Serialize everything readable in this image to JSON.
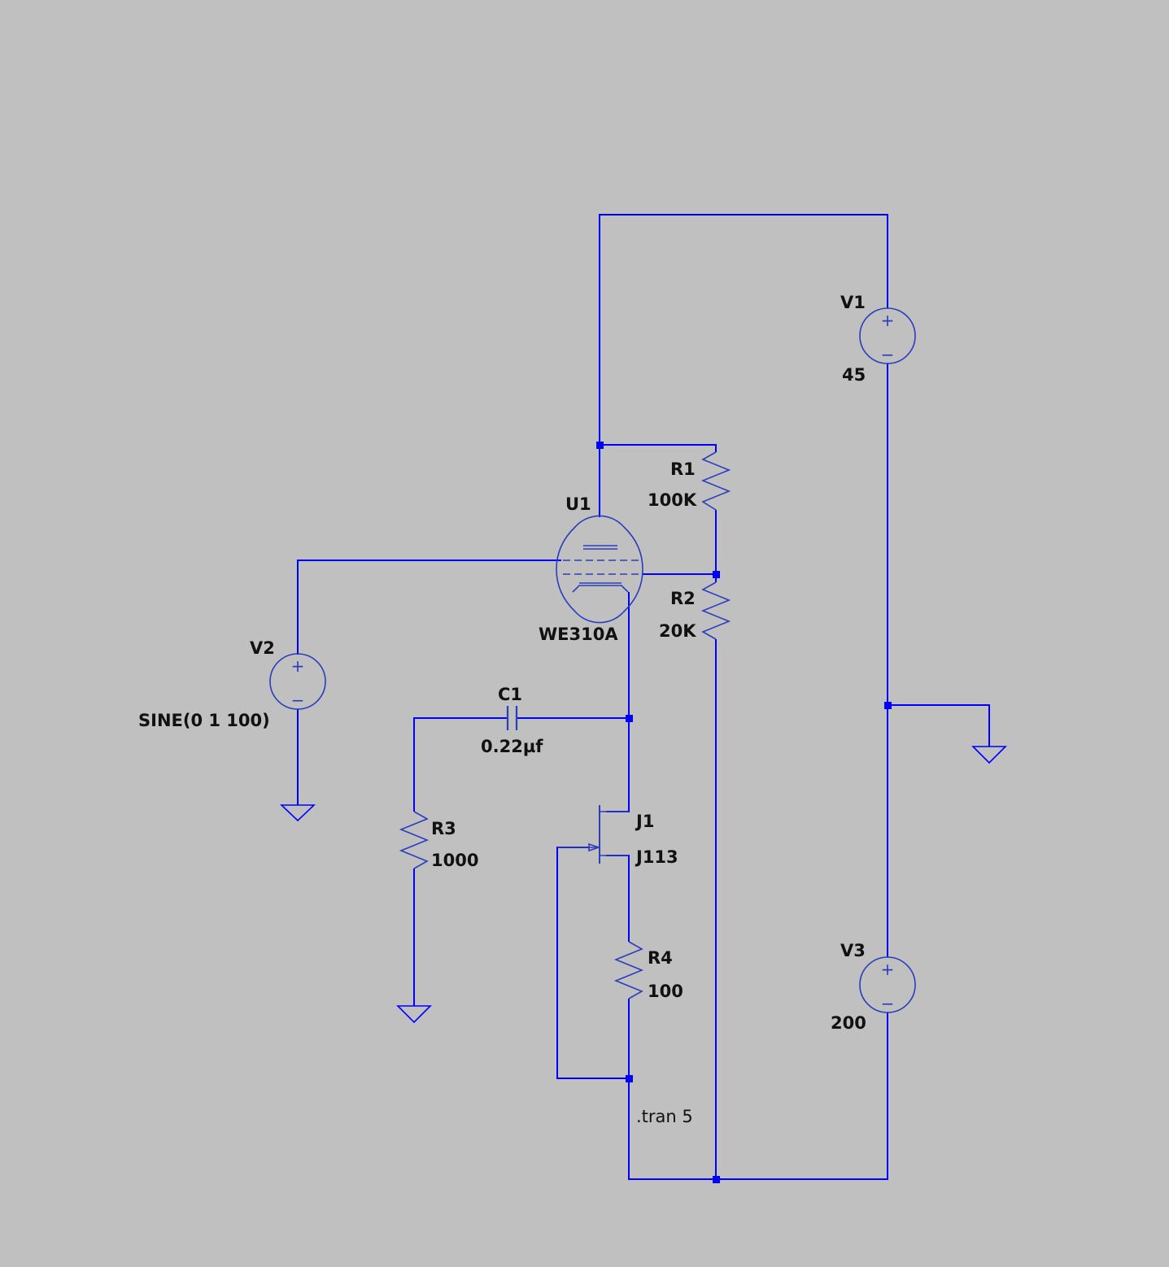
{
  "schematic": {
    "background": "#c0c0c0",
    "wire_color": "#0000ff",
    "symbol_color": "#2a3dbb",
    "components": {
      "V1": {
        "ref": "V1",
        "value": "45"
      },
      "V2": {
        "ref": "V2",
        "value": "SINE(0 1 100)"
      },
      "V3": {
        "ref": "V3",
        "value": "200"
      },
      "R1": {
        "ref": "R1",
        "value": "100K"
      },
      "R2": {
        "ref": "R2",
        "value": "20K"
      },
      "R3": {
        "ref": "R3",
        "value": "1000"
      },
      "R4": {
        "ref": "R4",
        "value": "100"
      },
      "C1": {
        "ref": "C1",
        "value": "0.22µf"
      },
      "U1": {
        "ref": "U1",
        "value": "WE310A"
      },
      "J1": {
        "ref": "J1",
        "value": "J113"
      }
    },
    "directive": ".tran 5",
    "source_signs": {
      "plus": "+",
      "minus": "−"
    }
  }
}
